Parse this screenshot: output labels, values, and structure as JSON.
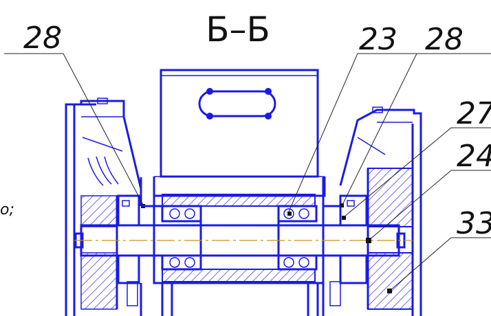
{
  "section_title": "Б–Б",
  "callouts": [
    {
      "id": "28-left",
      "text": "28"
    },
    {
      "id": "23",
      "text": "23"
    },
    {
      "id": "28-right",
      "text": "28"
    },
    {
      "id": "27",
      "text": "27"
    },
    {
      "id": "24",
      "text": "24"
    },
    {
      "id": "33",
      "text": "33"
    }
  ],
  "side_fragment": "о;",
  "colors": {
    "line": "#1a1ae6",
    "axis": "#c89020",
    "hatch": "#1a1ae6",
    "text": "#111111"
  }
}
